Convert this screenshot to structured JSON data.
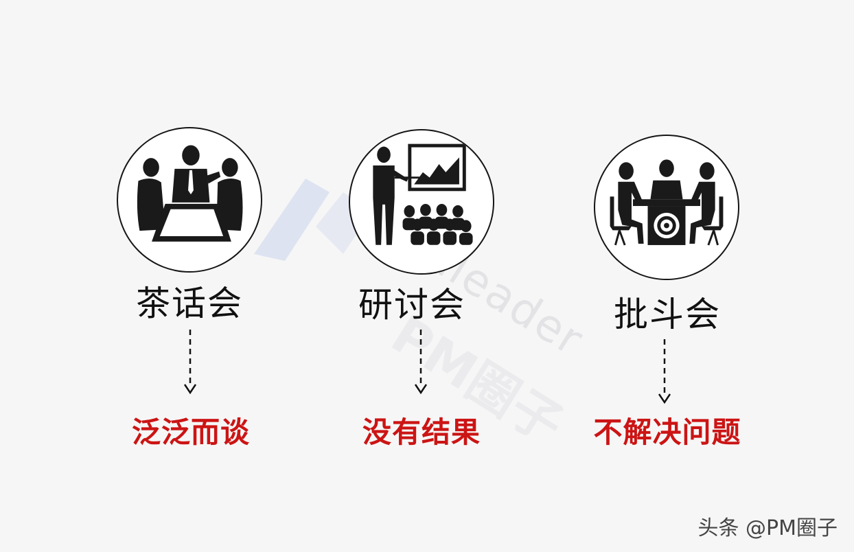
{
  "watermark": {
    "site": "pmleader",
    "brand": "PM圈子"
  },
  "meetings": [
    {
      "name": "茶话会",
      "icon": "tea-party-meeting-icon",
      "result": "泛泛而谈"
    },
    {
      "name": "研讨会",
      "icon": "seminar-presentation-icon",
      "result": "没有结果"
    },
    {
      "name": "批斗会",
      "icon": "confrontation-meeting-icon",
      "result": "不解决问题"
    }
  ],
  "footer": {
    "credit": "头条 @PM圈子"
  },
  "colors": {
    "result_text": "#cc1414",
    "title_text": "#111111",
    "icon_fill": "#1a1a1a"
  }
}
